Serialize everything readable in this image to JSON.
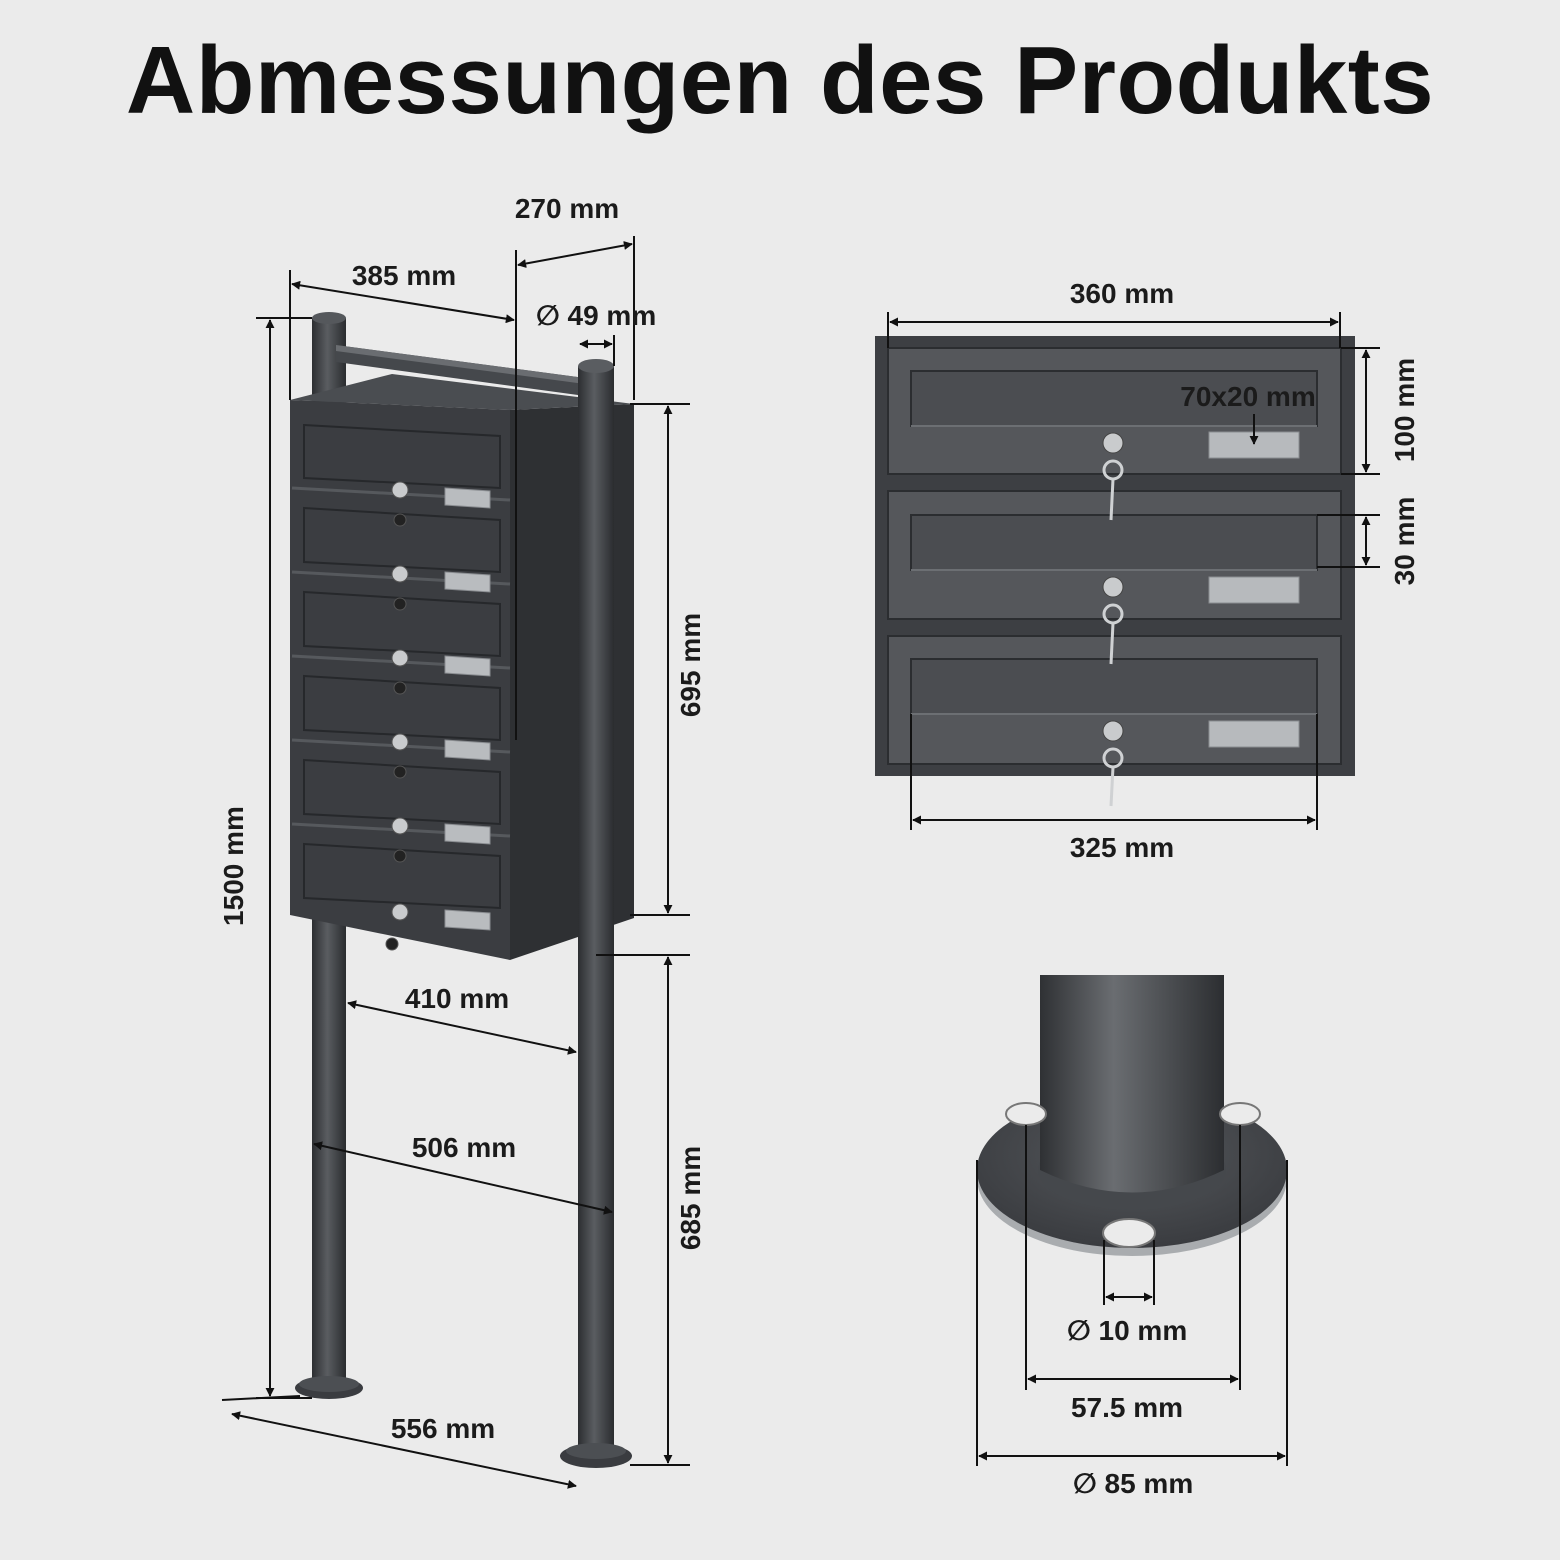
{
  "title": "Abmessungen des Produkts",
  "dimensions": {
    "depth": "270 mm",
    "width_box": "385 mm",
    "post_diameter": "∅ 49 mm",
    "box_height": "695 mm",
    "total_height": "1500 mm",
    "inner_post_distance": "410 mm",
    "outer_post_distance": "506 mm",
    "post_height_below": "685 mm",
    "base_width": "556 mm",
    "front_width": "360 mm",
    "slot_width": "325 mm",
    "name_plate": "70x20 mm",
    "unit_height": "100 mm",
    "slot_height": "30 mm",
    "hole_diameter": "∅ 10 mm",
    "hole_spacing": "57.5 mm",
    "base_diameter": "∅ 85 mm"
  },
  "colors": {
    "background": "#ebebeb",
    "body": "#3f4145",
    "body_dark": "#2f3134",
    "plate": "#b9bcbf",
    "line": "#111111"
  }
}
